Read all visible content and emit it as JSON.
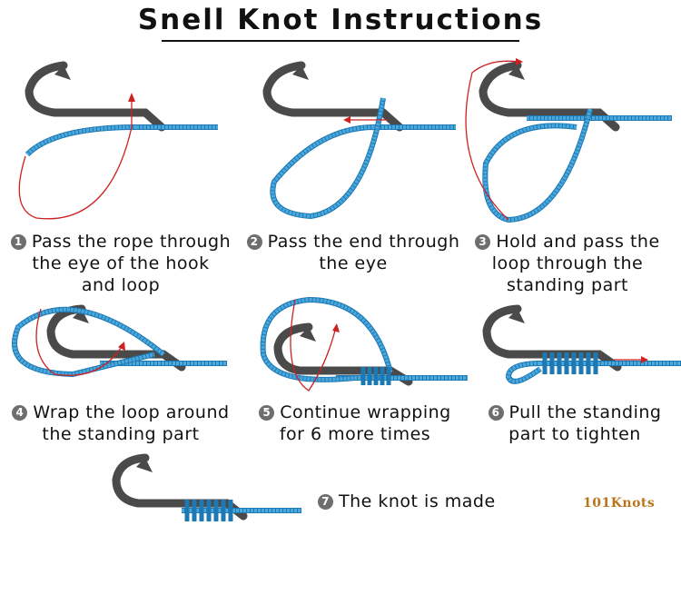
{
  "title": "Snell Knot Instructions",
  "brand": "101Knots",
  "colors": {
    "rope": "#4aa8dc",
    "rope_edge": "#1d79b4",
    "hook": "#4a4a4a",
    "arrow": "#cc2222",
    "badge": "#6e6e6e"
  },
  "steps": [
    {
      "number": "1",
      "lines": [
        "Pass the rope through",
        "the eye of the hook",
        "and loop"
      ]
    },
    {
      "number": "2",
      "lines": [
        "Pass the end through",
        "the eye"
      ]
    },
    {
      "number": "3",
      "lines": [
        "Hold and pass the",
        "loop through the",
        "standing part"
      ]
    },
    {
      "number": "4",
      "lines": [
        "Wrap the loop around",
        "the standing part"
      ]
    },
    {
      "number": "5",
      "lines": [
        "Continue wrapping",
        "for 6 more times"
      ]
    },
    {
      "number": "6",
      "lines": [
        "Pull the standing",
        "part to tighten"
      ]
    },
    {
      "number": "7",
      "lines": [
        "The knot is made"
      ]
    }
  ]
}
